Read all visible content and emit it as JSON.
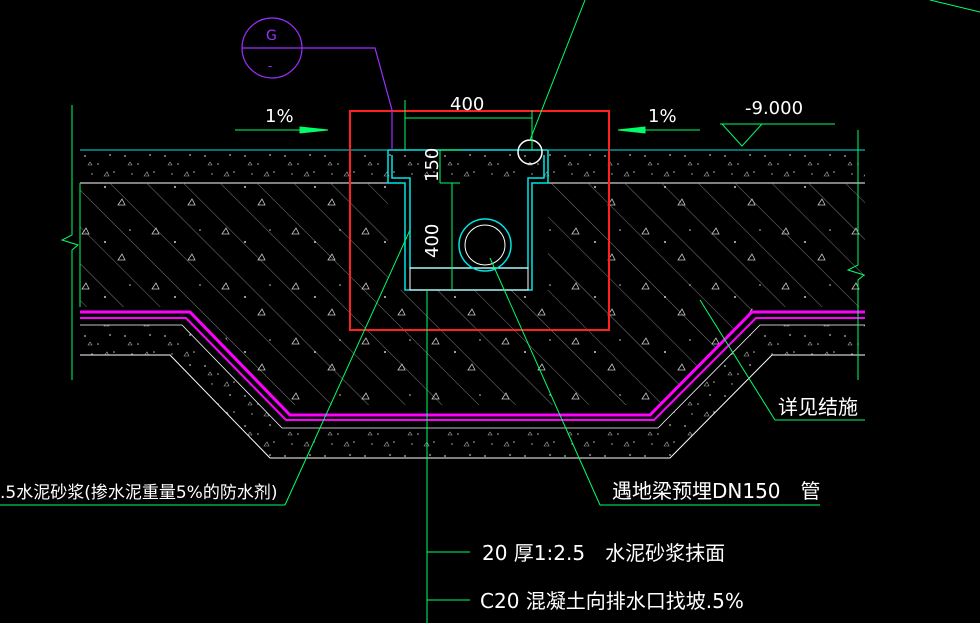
{
  "drawing": {
    "colors": {
      "background": "#000000",
      "line": "#00ff66",
      "concrete_outline": "#ffffff",
      "waterproof": "#ff00ff",
      "highlight_box": "#ff2020",
      "pipe": "#00e5e5",
      "hatch": "#bfbfbf",
      "text": "#ffffff",
      "purple": "#9b30ff"
    },
    "symbol": {
      "letter": "G",
      "sub": "-"
    },
    "dimensions": {
      "width_top": "400",
      "depth_upper": "150",
      "depth_lower": "400"
    },
    "slopes": {
      "left": "1%",
      "right": "1%"
    },
    "elevation": "-9.000",
    "annotations": {
      "see_structure": "详见结施",
      "pipe_note": "遇地梁预埋DN150　管",
      "mortar_left": ".5水泥砂浆(掺水泥重量5%的防水剂)",
      "mortar_face": "20 厚1:2.5　水泥砂浆抹面",
      "concrete_slope": "C20 混凝土向排水口找坡.5%"
    }
  }
}
